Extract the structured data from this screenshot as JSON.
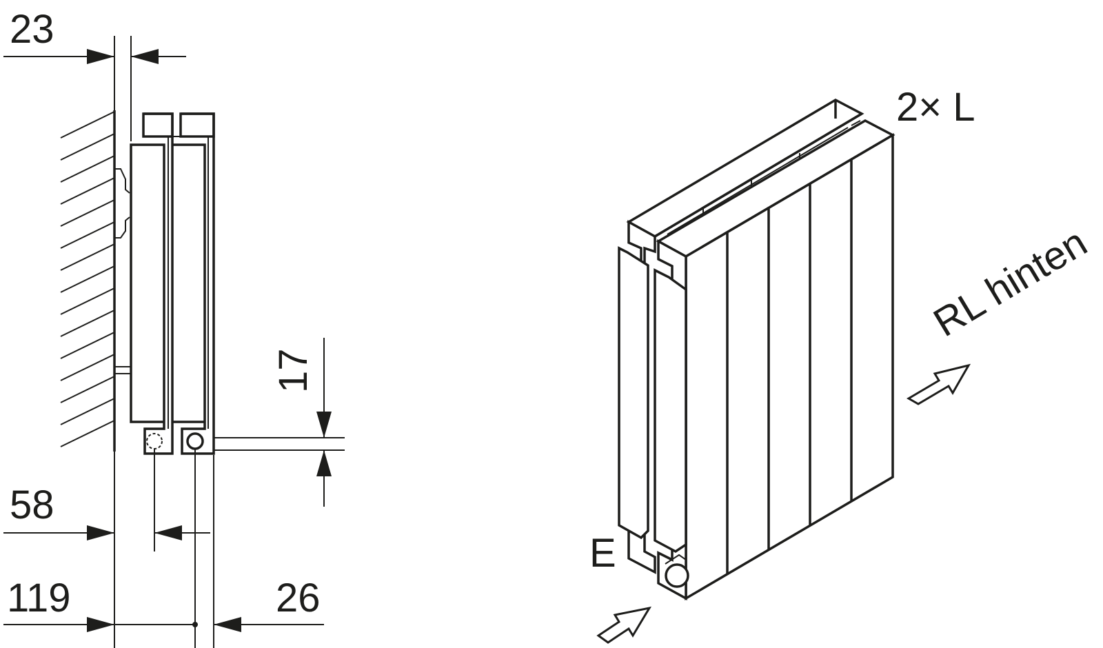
{
  "dimensions": {
    "wall_gap": "23",
    "vertical_offset": "17",
    "front_connection": "58",
    "rear_connection": "119",
    "panel_gap": "26"
  },
  "labels": {
    "sections": "2× L",
    "return_rear": "RL hinten",
    "inlet": "E"
  },
  "colors": {
    "line": "#1d1d1b",
    "background": "#ffffff"
  }
}
